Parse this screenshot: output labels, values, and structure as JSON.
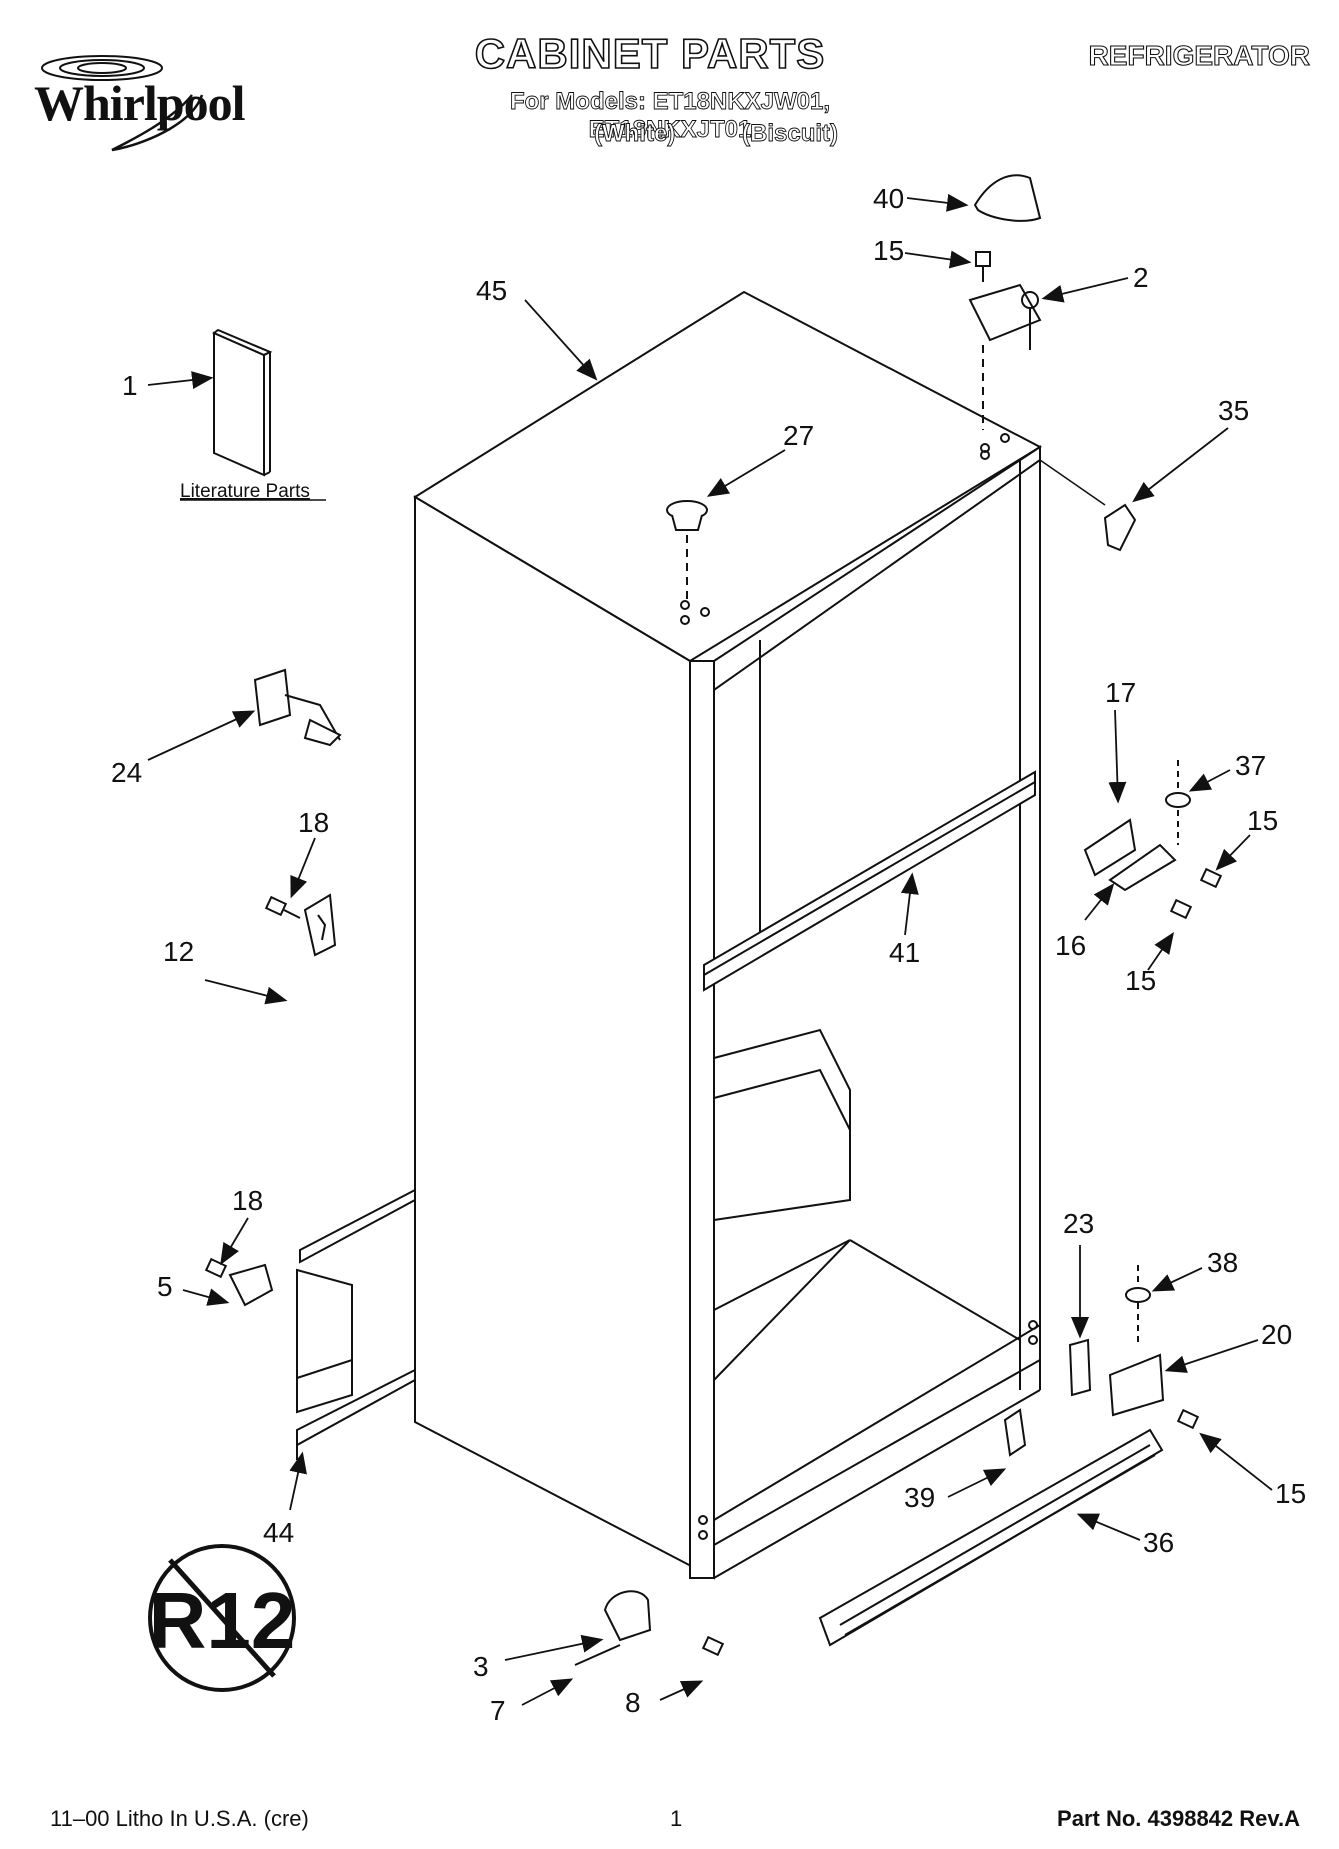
{
  "header": {
    "brand": "Whirlpool",
    "title": "CABINET PARTS",
    "product": "REFRIGERATOR",
    "models": "For Models: ET18NKXJW01, ET18NKXJT01",
    "variant_white": "(White)",
    "variant_biscuit": "(Biscuit)"
  },
  "diagram": {
    "literature_label": "Literature Parts",
    "callouts": [
      "40",
      "15",
      "2",
      "45",
      "1",
      "35",
      "27",
      "24",
      "17",
      "37",
      "18",
      "15",
      "12",
      "16",
      "41",
      "15",
      "18",
      "23",
      "38",
      "5",
      "20",
      "15",
      "39",
      "36",
      "44",
      "3",
      "7",
      "8"
    ],
    "badge_text": "R12"
  },
  "footer": {
    "left": "11–00 Litho In U.S.A. (cre)",
    "center": "1",
    "right": "Part No. 4398842 Rev.A"
  }
}
